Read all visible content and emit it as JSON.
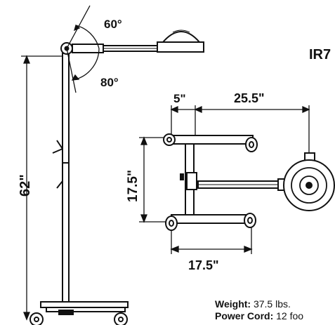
{
  "model_title": "IR7",
  "angles": {
    "upper": "60°",
    "lower": "80°"
  },
  "dimensions": {
    "height": "62\"",
    "offset": "5\"",
    "reach": "25.5\"",
    "depth": "17.5\"",
    "base_width": "17.5\""
  },
  "specs": {
    "weight_label": "Weight:",
    "weight_value": "37.5 lbs.",
    "cord_label": "Power Cord:",
    "cord_value": "12 foo"
  }
}
